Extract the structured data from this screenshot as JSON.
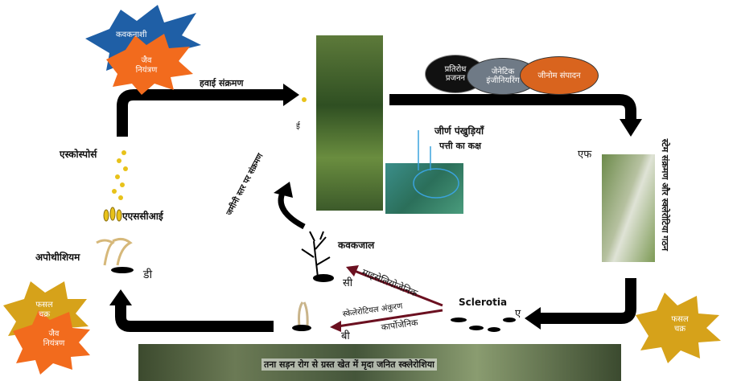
{
  "labels": {
    "airborne_infection": "हवाई संक्रमण",
    "ascospores": "एस्कोस्पोर्स",
    "asci": "एएससीआई",
    "apothecium": "अपोथीशियम",
    "d": "डी",
    "e": "ई",
    "f": "एफ",
    "senescent_petals": "जीर्ण पंखुड़ियाँ",
    "leaf_axil": "पत्ती का कक्ष",
    "ground_level_infection": "जमीनी स्तर पर संक्रमण",
    "mycelium": "कवकजाल",
    "c": "सी",
    "myceliogenic": "माइसेलियोजेनिक",
    "sclerotia": "Sclerotia",
    "a": "ए",
    "sclerotial_germination": "स्केलेरोटियल अंकुरण",
    "carpogenic": "कार्पोजेनिक",
    "b": "बी",
    "stem_infection": "स्टेम संक्रमण और स्क्लेरोटिया गठन",
    "banner": "तना सड़न रोग से ग्रस्त खेत में मृदा जनित स्क्लेरोशिया"
  },
  "bursts": {
    "fungicide": "कवकनाशी",
    "biocontrol_top": "जैव नियंत्रण",
    "crop_rotation_left": "फसल चक्र",
    "biocontrol_left": "जैव नियंत्रण",
    "crop_rotation_right": "फसल चक्र"
  },
  "pills": {
    "resistance_breeding": "प्रतिरोध प्रजनन",
    "genetic_engineering": "जेनेटिक इंजीनियरिंग",
    "genome_editing": "जीनोम संपादन"
  },
  "colors": {
    "arrow": "#000000",
    "burst_blue": "#1f5fa6",
    "burst_orange": "#f26b1d",
    "burst_gold": "#d6a21a",
    "pill_black": "#111111",
    "pill_gray": "#6f7a86",
    "pill_orange": "#d9641e",
    "spore": "#e8c21a",
    "callout": "#3aa3dd"
  }
}
